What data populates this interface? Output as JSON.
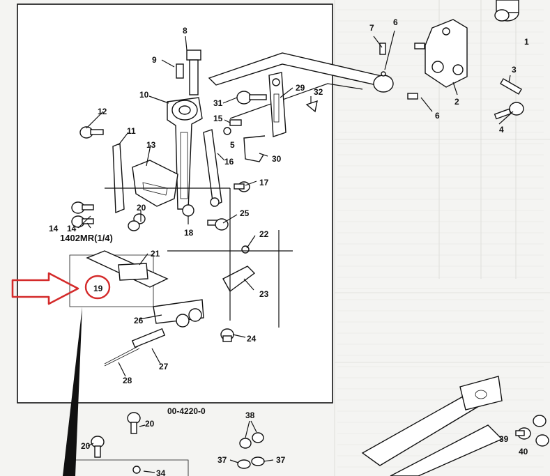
{
  "diagram": {
    "callouts": [
      "1",
      "2",
      "3",
      "4",
      "5",
      "6",
      "6",
      "7",
      "8",
      "9",
      "10",
      "11",
      "12",
      "13",
      "14",
      "14",
      "15",
      "16",
      "17",
      "18",
      "19",
      "20",
      "20",
      "20",
      "21",
      "22",
      "23",
      "24",
      "25",
      "26",
      "27",
      "28",
      "29",
      "30",
      "31",
      "32",
      "34",
      "37",
      "37",
      "38",
      "39",
      "40"
    ],
    "assembly_label": "1402MR(1/4)",
    "figure_code": "00-4220-0",
    "highlight_marker": {
      "callout": "19",
      "color": "#d42a2a"
    }
  }
}
